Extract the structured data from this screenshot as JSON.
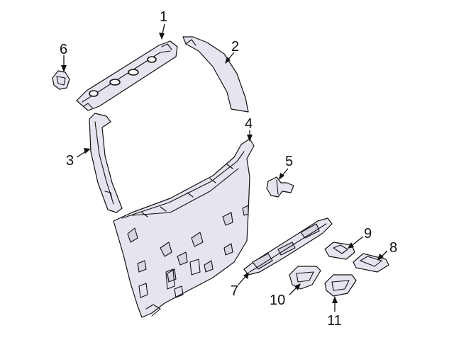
{
  "callouts": [
    {
      "id": "1",
      "text": "1"
    },
    {
      "id": "2",
      "text": "2"
    },
    {
      "id": "3",
      "text": "3"
    },
    {
      "id": "4",
      "text": "4"
    },
    {
      "id": "5",
      "text": "5"
    },
    {
      "id": "6",
      "text": "6"
    },
    {
      "id": "7",
      "text": "7"
    },
    {
      "id": "8",
      "text": "8"
    },
    {
      "id": "9",
      "text": "9"
    },
    {
      "id": "10",
      "text": "10"
    },
    {
      "id": "11",
      "text": "11"
    }
  ],
  "colors": {
    "line": "#111111",
    "part_fill": "#e6e4ee",
    "background": "#ffffff"
  }
}
